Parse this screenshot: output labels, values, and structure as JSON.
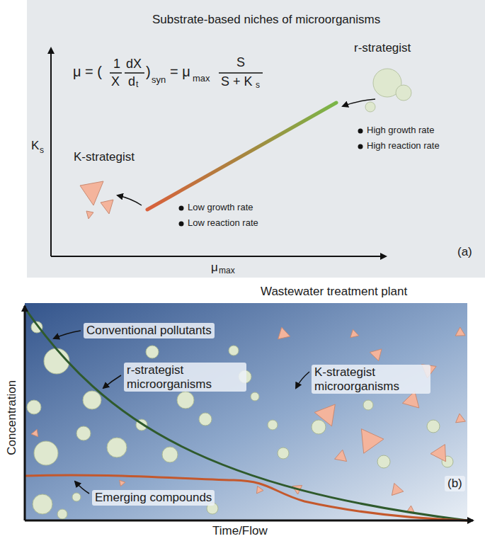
{
  "diagram": {
    "labels": [
      "Substrate-based niches of microorganisms",
      "μ = (",
      "1",
      "X",
      "dX",
      "d",
      "t",
      ")",
      "syn",
      "= μ",
      "max",
      "S",
      "S + K",
      "s",
      "K",
      "s",
      "μ",
      "max",
      "r-strategist",
      "High growth rate",
      "High reaction rate",
      "K-strategist",
      "Low growth rate",
      "Low reaction rate",
      "(a)",
      "Wastewater treatment plant",
      "Conventional pollutants",
      "r-strategist microorganisms",
      "K-strategist microorganisms",
      "Emerging compounds",
      "(b)",
      "Concentration",
      "Time/Flow"
    ]
  }
}
